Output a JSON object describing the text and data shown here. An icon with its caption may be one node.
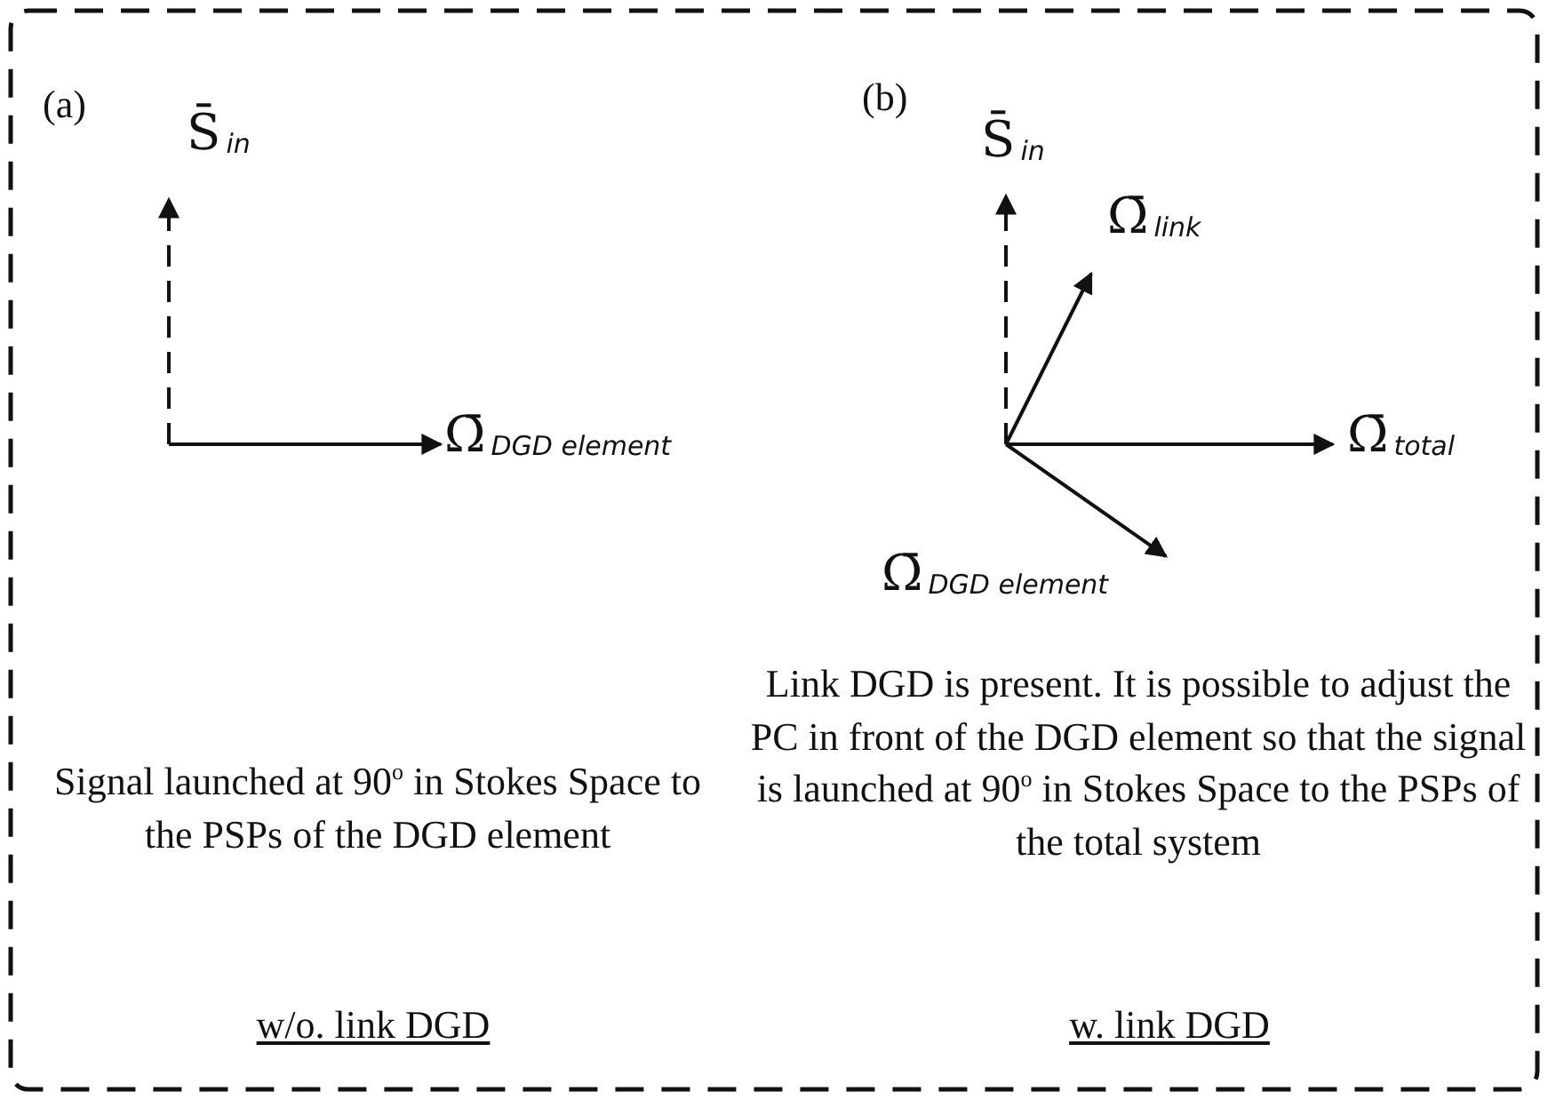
{
  "diagram": {
    "nodes": [
      {
        "text": [
          "S̄$_{in}$"
        ]
      },
      {
        "text": [
          "Ω̄$_{DGD element}$"
        ]
      },
      {
        "text": [
          "S̄$_{in}$"
        ]
      },
      {
        "text": [
          "Ω̄$_{link}$"
        ]
      },
      {
        "text": [
          "Ω̄$_{total}$"
        ]
      },
      {
        "text": [
          "Ω̄$_{DGD element}$"
        ]
      }
    ],
    "edges": [
      {
        "from": null,
        "to": 0,
        "arrow": "to",
        "style": "dashed"
      },
      {
        "from": null,
        "to": 1,
        "arrow": "to"
      },
      {
        "from": null,
        "to": 2,
        "arrow": "to",
        "style": "dashed"
      },
      {
        "from": null,
        "to": 3,
        "arrow": "to"
      },
      {
        "from": null,
        "to": 4,
        "arrow": "to"
      },
      {
        "from": null,
        "to": 5,
        "arrow": "to"
      }
    ],
    "labels": [
      "(a)",
      "(b)",
      "Signal launched at 90$^{o}$ in Stokes Space to the PSPs of the DGD element",
      "Link DGD is present. It is possible to adjust the PC in front of the DGD element so that the signal is launched at 90$^{o}$ in Stokes Space to the PSPs of the total system",
      "w/o. link DGD",
      "w. link DGD"
    ]
  }
}
